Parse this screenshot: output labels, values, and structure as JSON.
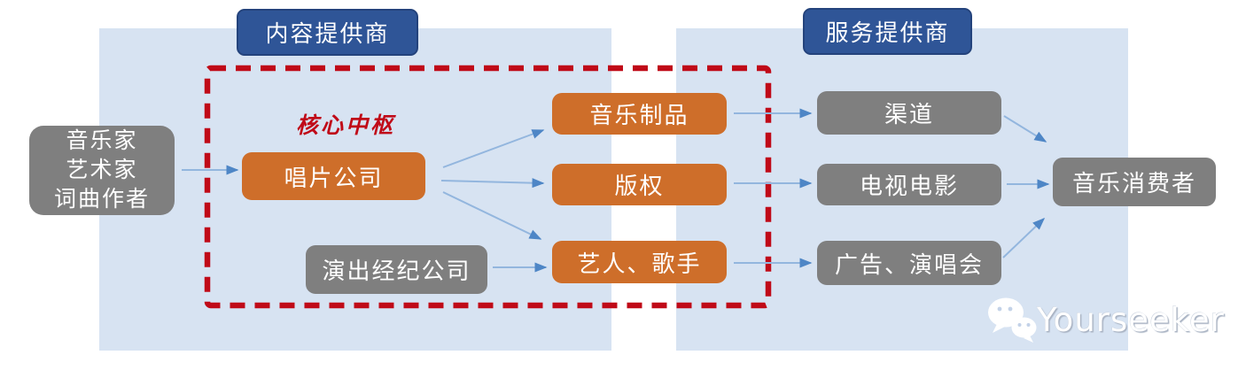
{
  "colors": {
    "panel": "#D7E3F2",
    "headerBg": "#2F5597",
    "headerBorder": "#24437C",
    "orange": "#CE6E2A",
    "gray": "#7F7F7F",
    "red": "#C00A18",
    "arrowLine": "#93B6DE",
    "arrowHead": "#4E86C6",
    "wmText": "#FFFFFF",
    "wmShadow": "#A9B3C3"
  },
  "headers": {
    "content_provider": "内容提供商",
    "service_provider": "服务提供商"
  },
  "core_hub_label": "核心中枢",
  "nodes": {
    "creators": {
      "lines": [
        "音乐家",
        "艺术家",
        "词曲作者"
      ]
    },
    "record_company": {
      "label": "唱片公司"
    },
    "performance_agency": {
      "label": "演出经纪公司"
    },
    "music_products": {
      "label": "音乐制品"
    },
    "copyright": {
      "label": "版权"
    },
    "artists_singers": {
      "label": "艺人、歌手"
    },
    "channels": {
      "label": "渠道"
    },
    "tv_film": {
      "label": "电视电影"
    },
    "ads_concerts": {
      "label": "广告、演唱会"
    },
    "music_consumers": {
      "label": "音乐消费者"
    }
  },
  "watermark": {
    "brand": "Yourseeker"
  }
}
